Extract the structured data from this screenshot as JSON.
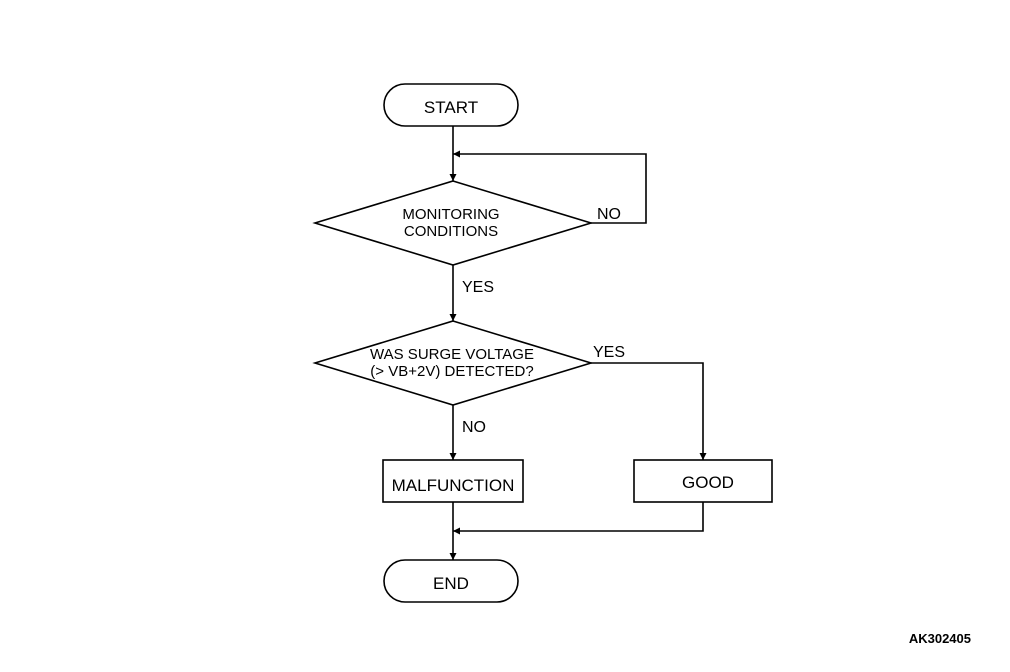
{
  "diagram": {
    "nodes": {
      "start": {
        "label": "START"
      },
      "monitoring": {
        "lines": [
          "MONITORING",
          "CONDITIONS"
        ]
      },
      "surge": {
        "lines": [
          "WAS SURGE VOLTAGE",
          "(> VB+2V) DETECTED?"
        ]
      },
      "malfunction": {
        "label": "MALFUNCTION"
      },
      "good": {
        "label": "GOOD"
      },
      "end": {
        "label": "END"
      }
    },
    "edges": {
      "monitoring_no": "NO",
      "monitoring_yes": "YES",
      "surge_yes": "YES",
      "surge_no": "NO"
    },
    "figure_id": "AK302405"
  }
}
